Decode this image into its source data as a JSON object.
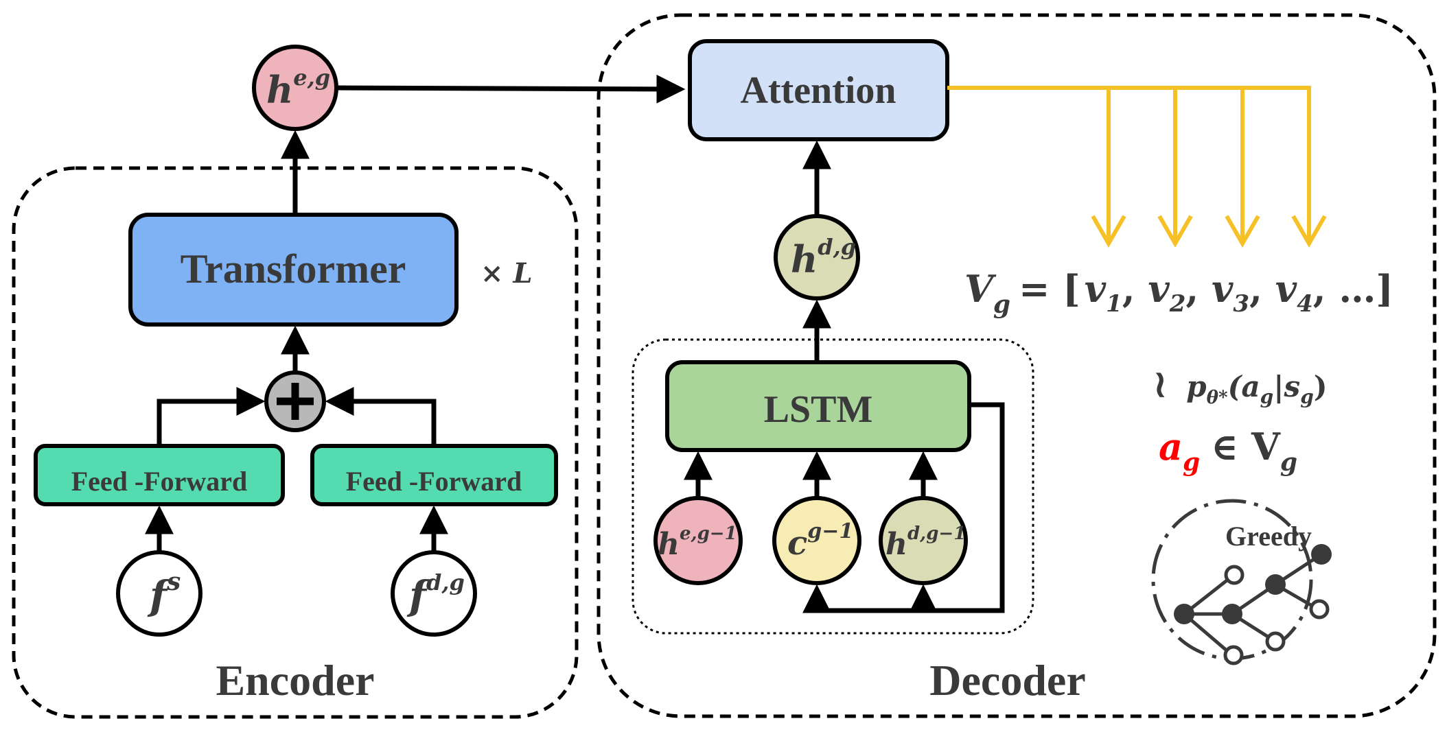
{
  "encoder": {
    "title": "Encoder",
    "transformer_label": "Transformer",
    "repeat_label": "× L",
    "ff_left_label": "Feed -Forward",
    "ff_right_label": "Feed -Forward",
    "input_left_base": "f",
    "input_left_sup": "s",
    "input_right_base": "f",
    "input_right_sup": "d,g",
    "output_base": "h",
    "output_sup": "e,g"
  },
  "decoder": {
    "title": "Decoder",
    "attention_label": "Attention",
    "lstm_label": "LSTM",
    "hidden_base": "h",
    "hidden_sup": "d,g",
    "input1_base": "h",
    "input1_sup": "e,g−1",
    "input2_base": "c",
    "input2_sup": "g−1",
    "input3_base": "h",
    "input3_sup": "d,g−1"
  },
  "output": {
    "vg_lhs": "V",
    "vg_lhs_sub": "g",
    "vg_eq": "= [",
    "v_items": [
      {
        "base": "v",
        "sub": "1"
      },
      {
        "base": "v",
        "sub": "2"
      },
      {
        "base": "v",
        "sub": "3"
      },
      {
        "base": "v",
        "sub": "4"
      }
    ],
    "vg_tail": "…]",
    "sim_symbol": "≀",
    "policy_text": "p",
    "policy_sub": "θ*",
    "policy_arg": "(a",
    "policy_arg_sub": "g",
    "policy_bar": "|s",
    "policy_bar_sub": "g",
    "policy_close": ")",
    "ag_base": "a",
    "ag_sub": "g",
    "ag_rest": "∈ V",
    "ag_rest_sub": "g",
    "greedy_label": "Greedy"
  },
  "colors": {
    "outline": "#000000",
    "transformer_fill": "#7fb2f5",
    "feedforward_fill": "#55dbb0",
    "attention_fill": "#d2e1f7",
    "lstm_fill": "#a9d49a",
    "h_eg_fill": "#eeb3bb",
    "h_dg_fill": "#d9dcb4",
    "c_fill": "#f6ecb4",
    "plus_fill": "#b8b8b8",
    "yellow": "#f5c127",
    "red": "#ff0000",
    "text": "#3a3a3a"
  }
}
